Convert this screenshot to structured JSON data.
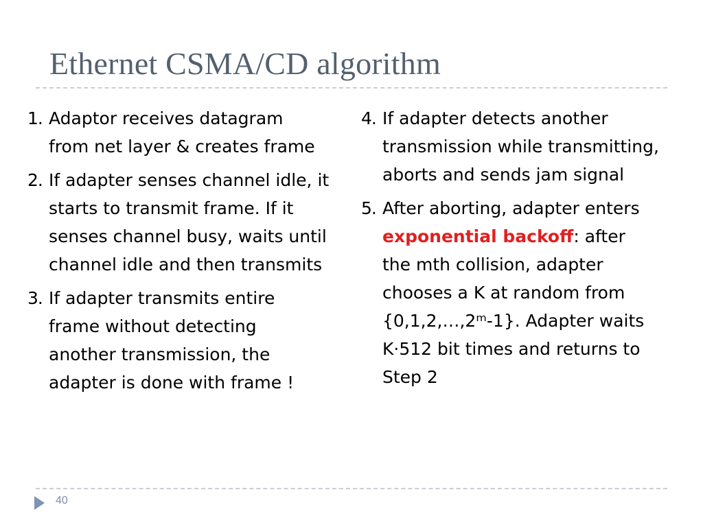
{
  "slide": {
    "title": "Ethernet CSMA/CD algorithm",
    "page_number": "40",
    "accent_color": "#e02020",
    "left_items": [
      {
        "num": "1.",
        "text": "Adaptor receives datagram\nfrom net layer & creates frame"
      },
      {
        "num": "2.",
        "text": "If adapter senses channel idle, it\nstarts to transmit frame. If it\nsenses channel busy, waits until\nchannel idle and then transmits"
      },
      {
        "num": "3.",
        "text": "If adapter transmits entire\nframe without detecting\nanother transmission, the\nadapter is done with frame !"
      }
    ],
    "right_items": [
      {
        "num": "4.",
        "text": "If adapter detects another\ntransmission while transmitting,\naborts and sends jam signal"
      },
      {
        "num": "5.",
        "text_before": "After aborting, adapter enters\n",
        "highlight": "exponential backoff",
        "text_after": ": after\nthe mth collision, adapter\nchooses a K at random from\n{0,1,2,…,2ᵐ-1}. Adapter waits\nK·512 bit times and returns to\nStep 2"
      }
    ]
  }
}
